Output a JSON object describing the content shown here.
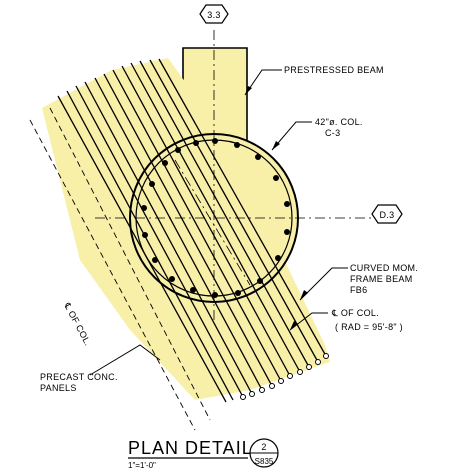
{
  "grid_tags": {
    "top": "3.3",
    "right": "D.3"
  },
  "labels": {
    "prestressed_beam": "PRESTRESSED BEAM",
    "col_size": "42\"ø. COL.",
    "col_mark": "C-3",
    "curved_beam_1": "CURVED MOM.",
    "curved_beam_2": "FRAME BEAM",
    "curved_beam_3": "FB6",
    "of_col": "℄ OF COL.",
    "rad": "( RAD = 95'-8\" )",
    "col_cl_rotated": "℄ OF COL.",
    "precast_1": "PRECAST CONC.",
    "precast_2": "PANELS"
  },
  "title_block": {
    "title": "PLAN DETAIL",
    "scale": "1\"=1'-0\"",
    "detail_number": "2",
    "sheet": "S835"
  },
  "colors": {
    "fill": "#f8f0a8",
    "ink": "#000000"
  }
}
